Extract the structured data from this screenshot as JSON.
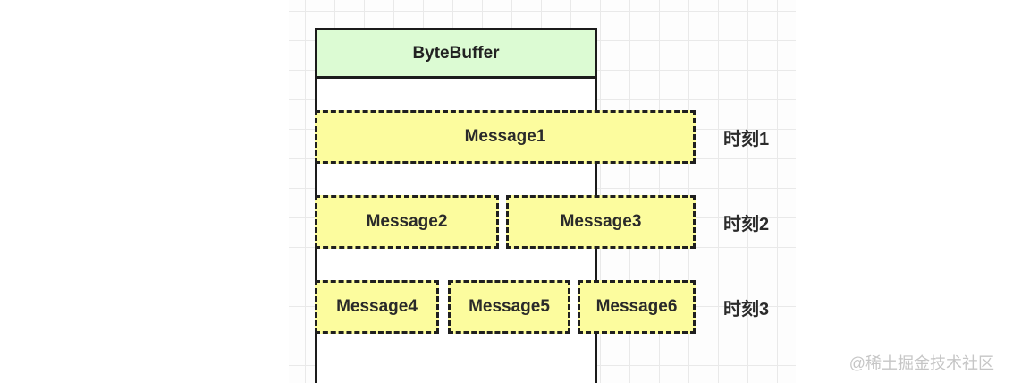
{
  "diagram": {
    "header": {
      "label": "ByteBuffer"
    },
    "rows": [
      {
        "time_label": "时刻1",
        "messages": [
          "Message1"
        ]
      },
      {
        "time_label": "时刻2",
        "messages": [
          "Message2",
          "Message3"
        ]
      },
      {
        "time_label": "时刻3",
        "messages": [
          "Message4",
          "Message5",
          "Message6"
        ]
      }
    ],
    "colors": {
      "header_fill": "#dcfbd3",
      "message_fill": "#fcfc9e",
      "border": "#1b1b1b",
      "grid_line": "#e9e9e9",
      "time_label_text": "#2b2b2b"
    }
  },
  "watermark": {
    "text": "@稀土掘金技术社区"
  }
}
